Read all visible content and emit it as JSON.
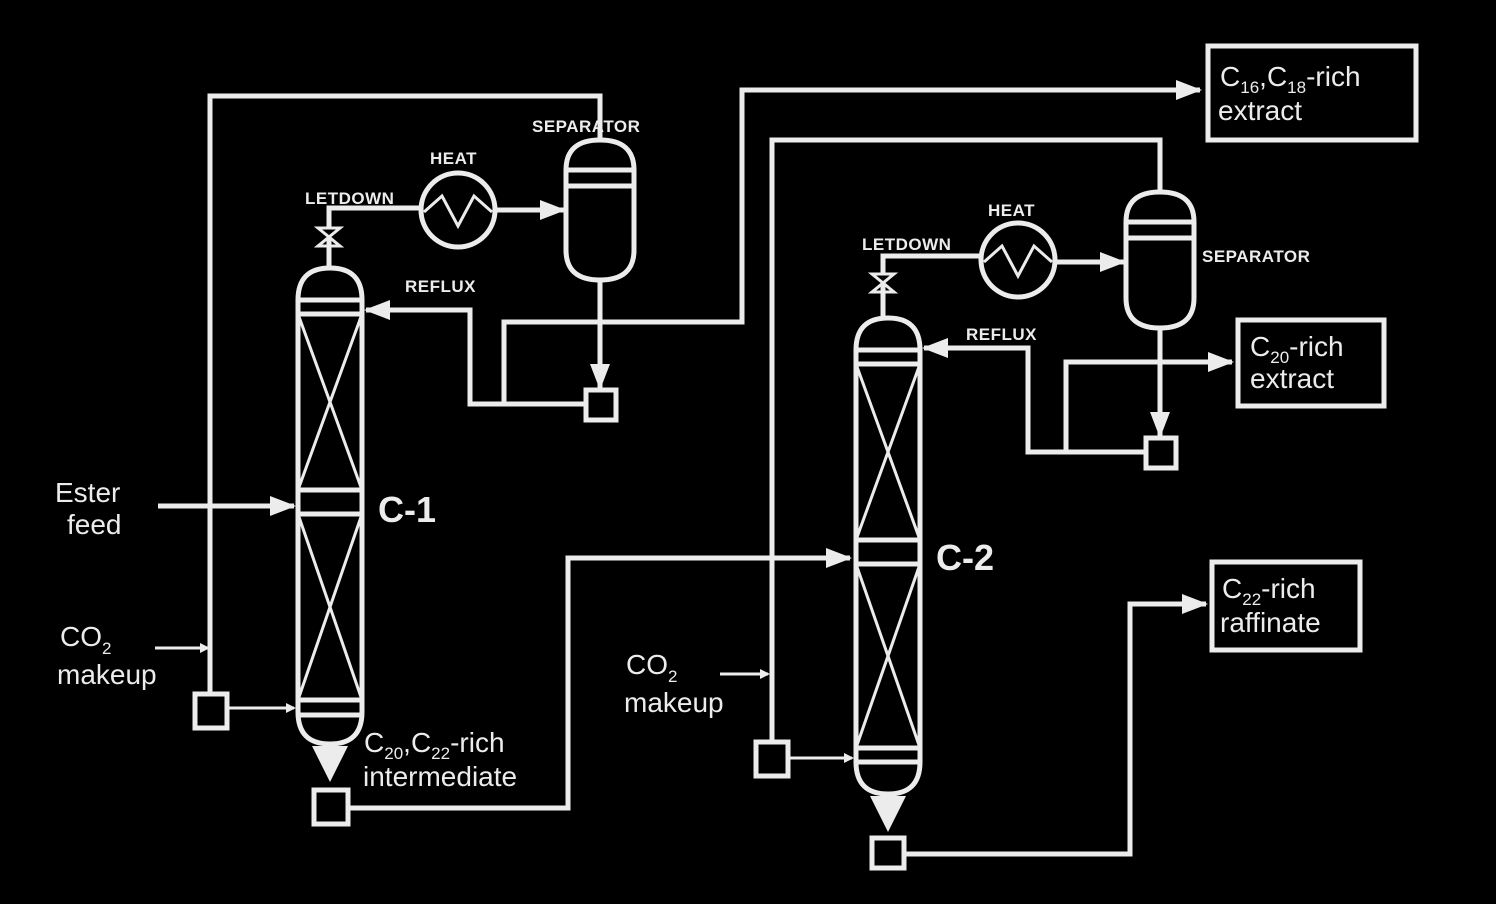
{
  "labels": {
    "separator": "SEPARATOR",
    "heat": "HEAT",
    "letdown": "LETDOWN",
    "reflux": "REFLUX",
    "column1": "C-1",
    "column2": "C-2",
    "ester": "Ester",
    "feed": "feed",
    "co2_main": "CO",
    "co2_sub": "2",
    "makeup": "makeup",
    "c": "C",
    "sub16": "16",
    "sub18": "18",
    "sub20": "20",
    "sub22": "22",
    "comma": ",",
    "rich_suffix": "-rich",
    "extract": "extract",
    "raffinate": "raffinate",
    "intermediate": "intermediate"
  },
  "colors": {
    "background": "#000000",
    "foreground": "#ececec"
  }
}
